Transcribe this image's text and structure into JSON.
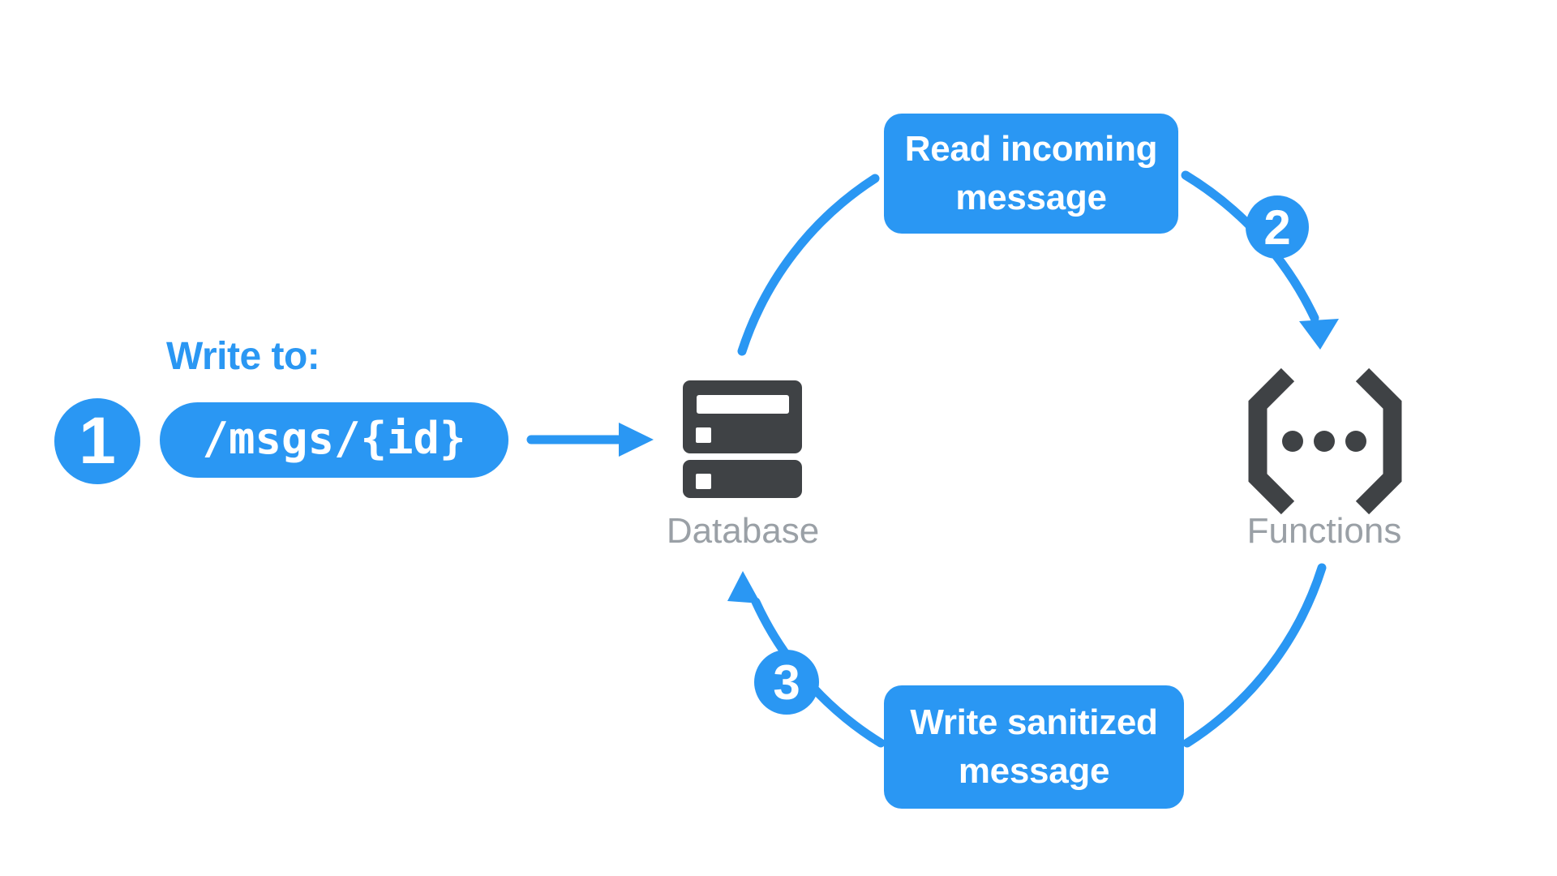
{
  "colors": {
    "accent_blue": "#2A97F3",
    "icon_dark_gray": "#3F4245",
    "label_gray": "#9AA0A6",
    "text_on_accent": "#FFFFFF",
    "background": "#FFFFFF"
  },
  "write_step": {
    "badge": "1",
    "heading": "Write to:",
    "path": "/msgs/{id}"
  },
  "nodes": {
    "database": {
      "label": "Database",
      "icon": "database-server-icon"
    },
    "functions": {
      "label": "Functions",
      "icon": "cloud-functions-icon"
    }
  },
  "cycle": {
    "read_step": {
      "badge": "2",
      "box_line1": "Read incoming",
      "box_line2": "message"
    },
    "write_back_step": {
      "badge": "3",
      "box_line1": "Write sanitized",
      "box_line2": "message"
    }
  },
  "icons": {
    "straight_arrow": "right-arrow-icon",
    "cycle_arrows": "clockwise-arc-arrow-icons"
  }
}
